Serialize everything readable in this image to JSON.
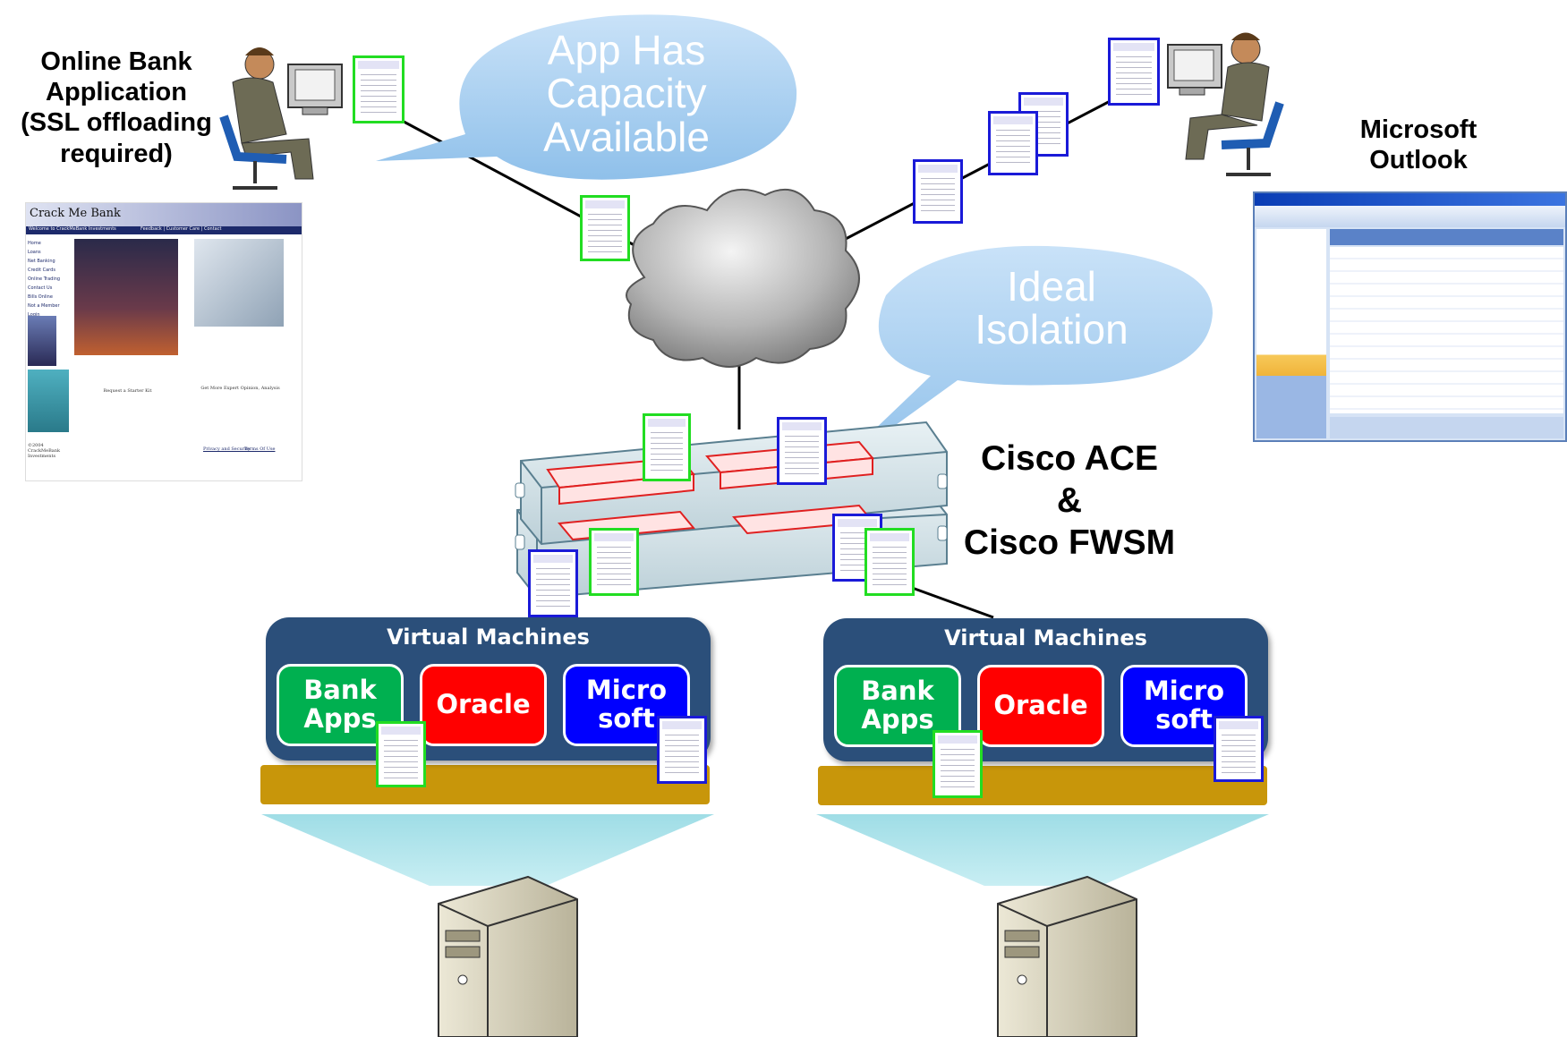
{
  "labels": {
    "online_bank": "Online Bank\nApplication\n(SSL offloading\nrequired)",
    "microsoft_outlook": "Microsoft\nOutlook",
    "cisco": "Cisco ACE\n&\nCisco FWSM"
  },
  "bubbles": {
    "capacity": "App Has\nCapacity\nAvailable",
    "isolation": "Ideal\nIsolation"
  },
  "bank_site": {
    "title": "Crack Me Bank",
    "nav_left": "Welcome to CrackMeBank Investments",
    "nav_right": "Feedback | Customer Care | Contact",
    "menu": [
      "Home",
      "Loans",
      "Net Banking",
      "Credit Cards",
      "Online Trading",
      "Contact Us",
      "Bills Online",
      "Not a Member",
      "Login"
    ],
    "starter_kit": "Request a Starter Kit",
    "expert": "Get More Expert Opinion, Analysis",
    "privacy": "Privacy and Security",
    "terms": "Terms Of Use",
    "copyright": "©2004 CrackMeBank Investments"
  },
  "vm_groups": [
    {
      "title": "Virtual Machines",
      "apps": [
        "Bank\nApps",
        "Oracle",
        "Micro\nsoft"
      ]
    },
    {
      "title": "Virtual Machines",
      "apps": [
        "Bank\nApps",
        "Oracle",
        "Micro\nsoft"
      ]
    }
  ],
  "colors": {
    "bank_apps": "#00b050",
    "oracle": "#ff0000",
    "microsoft": "#0000ff",
    "vm_panel": "#2b4f7a",
    "hypervisor": "#c8960a",
    "bubble": "#a9cff0",
    "beam": "#a6e3ea",
    "green_doc": "#22dd22",
    "blue_doc": "#1a1ad8"
  },
  "icons": [
    "user-workstation-icon",
    "cloud-icon",
    "appliance-chassis-icon",
    "server-tower-icon",
    "document-icon"
  ]
}
